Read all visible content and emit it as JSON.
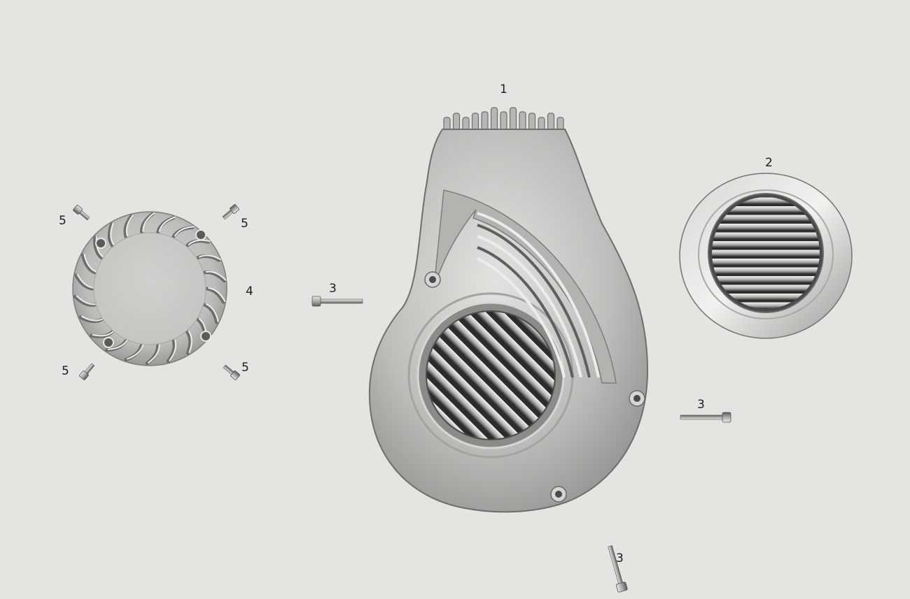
{
  "figure": {
    "type": "exploded parts diagram",
    "background_color": "#e4e4e1",
    "metal_color": "#b9b9b6",
    "callouts": {
      "fan_shroud": "1",
      "grille_cover": "2",
      "screw_front_left": "3",
      "screw_right": "3",
      "screw_bottom": "3",
      "finned_cover": "4",
      "bolt_top_left": "5",
      "bolt_top_right": "5",
      "bolt_bottom_left": "5",
      "bolt_bottom_right": "5"
    }
  }
}
